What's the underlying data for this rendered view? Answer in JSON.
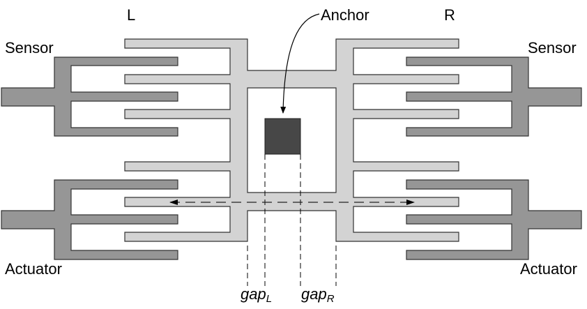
{
  "diagram": {
    "labels": {
      "left_side": "L",
      "right_side": "R",
      "anchor": "Anchor",
      "sensor_left": "Sensor",
      "sensor_right": "Sensor",
      "actuator_left": "Actuator",
      "actuator_right": "Actuator",
      "gap_left_base": "gap",
      "gap_left_sub": "L",
      "gap_right_base": "gap",
      "gap_right_sub": "R"
    },
    "colors": {
      "electrode": "#969696",
      "shuttle": "#d3d3d3",
      "anchor": "#474747",
      "stroke": "#333333",
      "background": "#ffffff"
    }
  }
}
